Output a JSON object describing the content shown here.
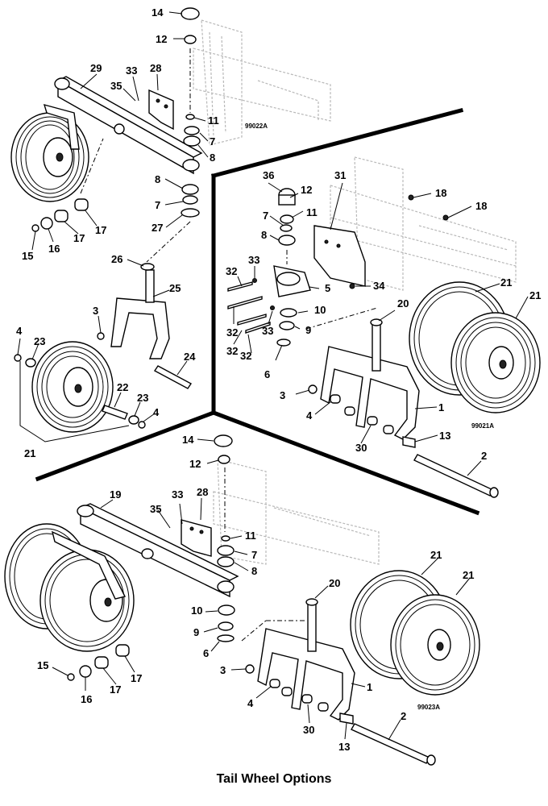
{
  "caption": "Tail Wheel Options",
  "drawing_codes": {
    "top_left": "99022A",
    "right": "99021A",
    "bottom": "99023A"
  },
  "callouts": {
    "tl": [
      "14",
      "12",
      "29",
      "33",
      "28",
      "35",
      "11",
      "7",
      "8",
      "8",
      "7",
      "27",
      "15",
      "16",
      "17",
      "17",
      "26",
      "25",
      "3",
      "4",
      "23",
      "24",
      "22",
      "23",
      "4",
      "21"
    ],
    "r": [
      "36",
      "31",
      "12",
      "11",
      "7",
      "8",
      "18",
      "18",
      "32",
      "33",
      "5",
      "34",
      "32",
      "21",
      "21",
      "32",
      "33",
      "10",
      "20",
      "9",
      "32",
      "6",
      "3",
      "4",
      "1",
      "30",
      "13",
      "2"
    ],
    "b": [
      "14",
      "12",
      "19",
      "33",
      "28",
      "35",
      "11",
      "7",
      "8",
      "10",
      "9",
      "6",
      "15",
      "16",
      "17",
      "17",
      "21",
      "21",
      "20",
      "3",
      "1",
      "4",
      "30",
      "2",
      "13"
    ]
  }
}
